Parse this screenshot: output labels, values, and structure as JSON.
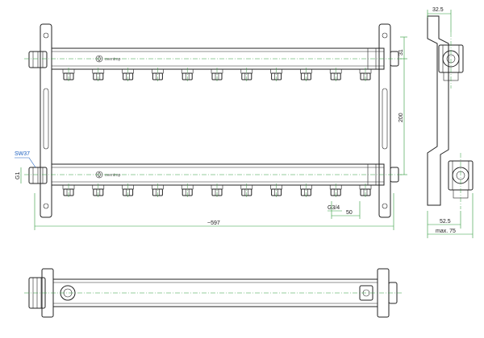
{
  "brand": "oventrop",
  "dimensions": {
    "overall_length": "~597",
    "header_spacing": "200",
    "top_offset": "31",
    "outlet_spacing": "50",
    "outlet_thread": "G3/4",
    "inlet_thread": "G1",
    "wrench_size": "SW37",
    "side_top_width": "32.5",
    "side_depth": "52.5",
    "side_max": "max. 75"
  },
  "outlet_count": 11,
  "colors": {
    "line": "#222222",
    "dimension": "#2f9a3a",
    "callout": "#1a5fbf"
  }
}
